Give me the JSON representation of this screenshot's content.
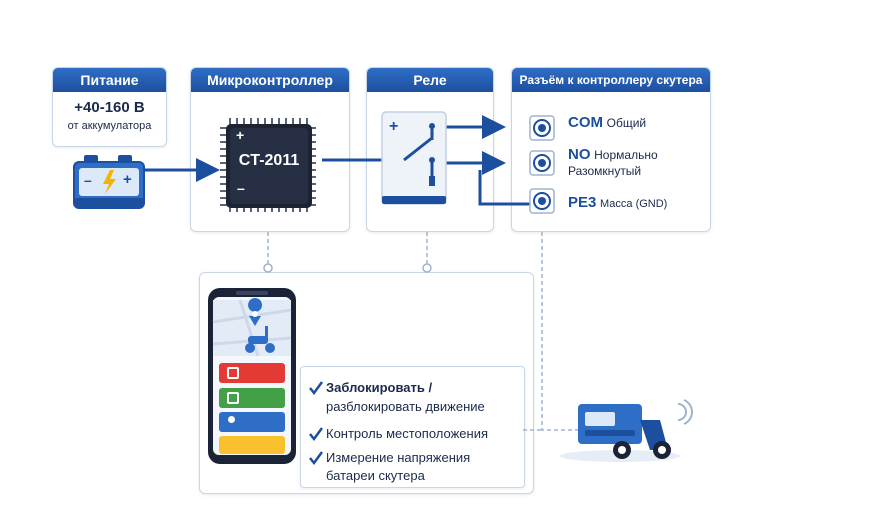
{
  "power": {
    "title": "Питание",
    "voltage": "+40-160 В",
    "source": "от аккумулатора",
    "plus": "+",
    "minus": "–"
  },
  "mcu": {
    "title": "Микроконтроллер",
    "chip_label": "CT-2011",
    "plus": "+",
    "minus": "–"
  },
  "relay": {
    "title": "Реле",
    "plus": "+"
  },
  "connector": {
    "title": "Разъём к контроллеру скутера",
    "pins": [
      {
        "code": "COM",
        "desc": "Общий",
        "desc2": ""
      },
      {
        "code": "NO",
        "desc": "Нормально",
        "desc2": "Разомкнутый"
      },
      {
        "code": "PE3",
        "desc": "Масса (GND)",
        "desc2": ""
      }
    ]
  },
  "features": {
    "items": [
      {
        "line1": "Заблокировать  /",
        "line2": "разблокировать движение"
      },
      {
        "line1": "Контроль местоположения",
        "line2": ""
      },
      {
        "line1": "Измерение напряжения",
        "line2": "батареи скутера"
      }
    ]
  },
  "colors": {
    "primary": "#1d4f9f",
    "accent": "#2f6ec6",
    "red": "#e53935",
    "green": "#43a047",
    "blue": "#2f6ec6",
    "yellow": "#fbc02d",
    "check": "#1d4f9f"
  }
}
